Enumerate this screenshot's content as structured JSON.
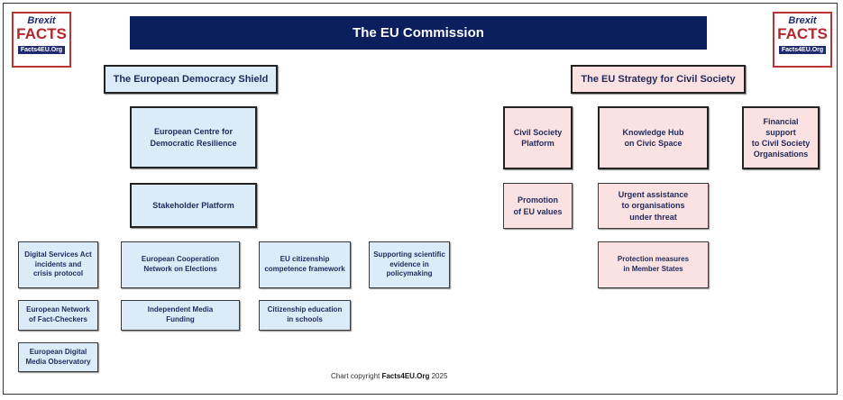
{
  "logo": {
    "brand": "Brexit",
    "facts": "FACTS",
    "url": "Facts4EU.Org"
  },
  "title": "The EU Commission",
  "democracy_shield": {
    "heading": "The European Democracy Shield",
    "items": [
      "European Centre for\nDemocratic Resilience",
      "Stakeholder Platform",
      "Digital Services Act\nincidents and\ncrisis protocol",
      "European Cooperation\nNetwork on Elections",
      "EU citizenship\ncompetence framework",
      "Supporting scientific\nevidence in\npolicymaking",
      "European Network\nof Fact-Checkers",
      "Independent Media\nFunding",
      "Citizenship education\nin schools",
      "European Digital\nMedia Observatory"
    ]
  },
  "civil_society": {
    "heading": "The EU Strategy for Civil Society",
    "items": [
      "Civil Society\nPlatform",
      "Knowledge Hub\non Civic Space",
      "Financial\nsupport\nto Civil Society\nOrganisations",
      "Promotion\nof EU values",
      "Urgent assistance\nto organisations\nunder threat",
      "Protection measures\nin Member States"
    ]
  },
  "copyright": {
    "prefix": "Chart copyright ",
    "brand": "Facts4EU.Org",
    "year": " 2025"
  }
}
